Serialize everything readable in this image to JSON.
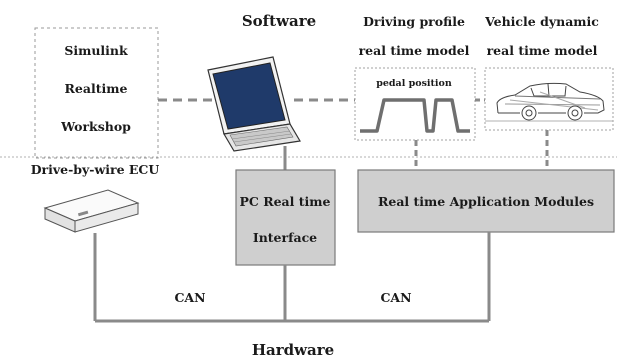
{
  "labels": {
    "software": "Software",
    "hardware": "Hardware",
    "simulink": [
      "Simulink",
      "Realtime",
      "Workshop"
    ],
    "driving_profile": [
      "Driving profile",
      "real time model"
    ],
    "pedal_position": "pedal position",
    "vehicle_dynamic": [
      "Vehicle dynamic",
      "real time model"
    ],
    "ecu": "Drive-by-wire ECU",
    "pc_interface": [
      "PC Real time",
      "Interface"
    ],
    "rt_modules": "Real time Application Modules",
    "can_left": "CAN",
    "can_right": "CAN"
  },
  "colors": {
    "box_fill": "#cfcfcf",
    "box_border": "#7a7a7a",
    "line": "#8a8a8a",
    "dashed": "#8a8a8a",
    "laptop_screen": "#1f3a6a"
  },
  "icons": [
    "laptop-icon",
    "ecu-box-icon",
    "car-icon"
  ]
}
